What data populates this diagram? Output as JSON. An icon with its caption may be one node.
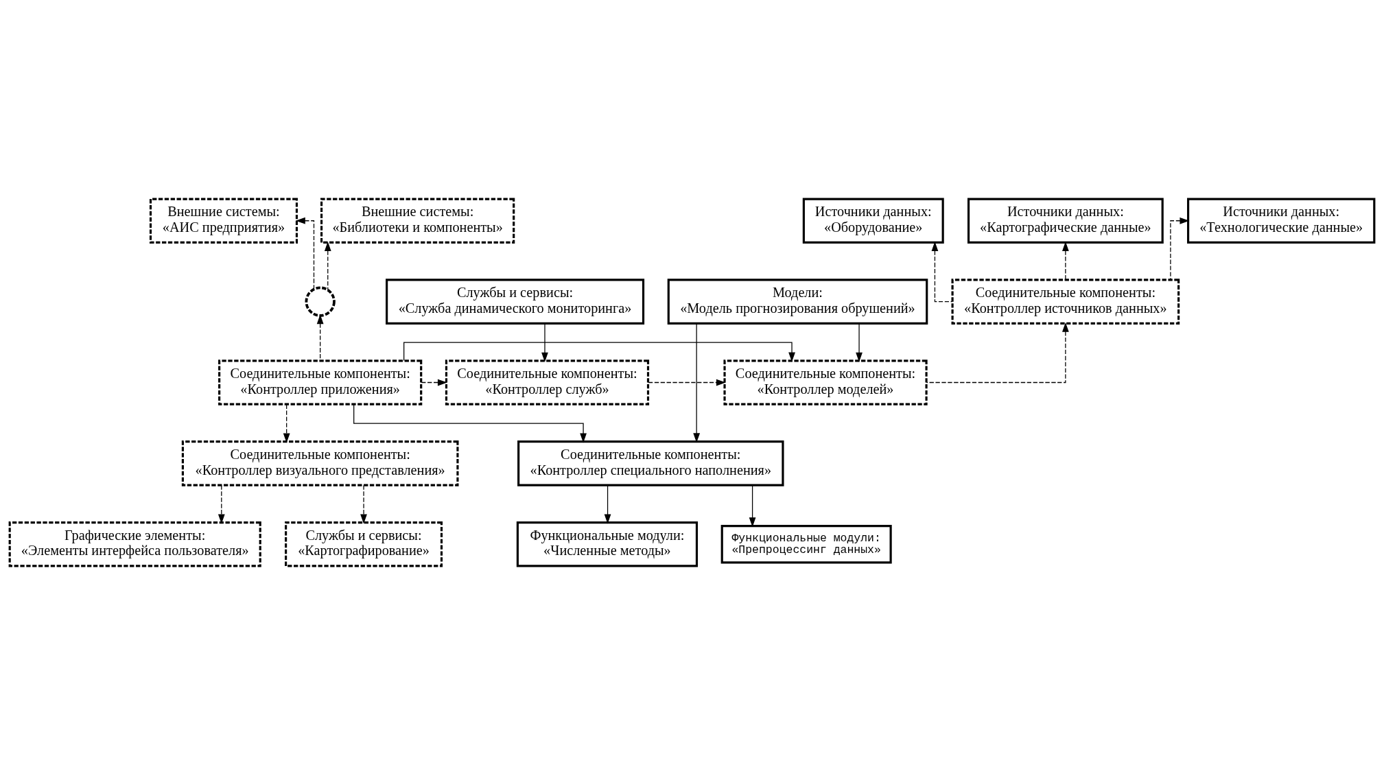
{
  "diagram": {
    "nodes": [
      {
        "text": [
          "Источники данных: «Картографические данные»"
        ]
      },
      {
        "text": [
          "Источники данных: «Технологические данные»"
        ]
      },
      {
        "text": [
          "Источники данных: «Оборудование»"
        ]
      },
      {
        "text": [
          "Внешние системы: «АИС предприятия»"
        ]
      },
      {
        "text": [
          "Внешние системы: «Библиотеки и компоненты»"
        ]
      },
      {
        "text": [],
        "shape": "circle"
      },
      {
        "text": [
          "Службы и сервисы: «Служба динамического мониторинга»"
        ]
      },
      {
        "text": [
          "Соединительные компоненты: «Контроллер источников данных»"
        ]
      },
      {
        "text": [
          "Соединительные компоненты: «Контроллер приложения»"
        ]
      },
      {
        "text": [
          "Соединительные компоненты: «Контроллер служб»"
        ]
      },
      {
        "text": [
          "Соединительные компоненты: «Контроллер моделей»"
        ]
      },
      {
        "text": [
          "Соединительные компоненты: «Контроллер специального наполнения»"
        ]
      },
      {
        "text": [
          "Модели: «Модель прогнозирования обрушений»"
        ]
      },
      {
        "text": [
          "Соединительные компоненты: «Контроллер визуального представления»"
        ]
      },
      {
        "text": [
          "Графические элементы: «Элементы интерфейса пользователя»"
        ]
      },
      {
        "text": [
          "Функциональные модули: «Численные методы»"
        ]
      },
      {
        "text": [
          "Службы и сервисы: «Картографирование»"
        ]
      },
      {
        "text": [
          "Функциональные модули: «Препроцессинг данных»"
        ]
      }
    ],
    "edges": [
      {
        "from": 7,
        "to": 0,
        "arrow": "to",
        "style": "dashed"
      },
      {
        "from": 7,
        "to": 1,
        "arrow": "to",
        "style": "dashed"
      },
      {
        "from": 7,
        "to": 2,
        "arrow": "to",
        "style": "dashed"
      },
      {
        "from": 8,
        "to": 5,
        "arrow": "to",
        "style": "dashed"
      },
      {
        "from": 5,
        "to": 3,
        "arrow": "to",
        "style": "dashed"
      },
      {
        "from": 5,
        "to": 4,
        "arrow": "to",
        "style": "dashed"
      },
      {
        "from": 6,
        "to": 9,
        "arrow": "to"
      },
      {
        "from": 8,
        "to": 9,
        "arrow": "to",
        "style": "dashed"
      },
      {
        "from": 9,
        "to": 10,
        "arrow": "to",
        "style": "dashed"
      },
      {
        "from": 10,
        "to": 7,
        "arrow": "to",
        "style": "dashed"
      },
      {
        "from": 8,
        "to": 11,
        "arrow": "to"
      },
      {
        "from": 8,
        "to": 10,
        "arrow": "to"
      },
      {
        "from": 12,
        "to": 10,
        "arrow": "to"
      },
      {
        "from": 12,
        "to": 11,
        "arrow": "to"
      },
      {
        "from": 8,
        "to": 13,
        "arrow": "to",
        "style": "dashed"
      },
      {
        "from": 13,
        "to": 14,
        "arrow": "to",
        "style": "dashed"
      },
      {
        "from": 13,
        "to": 16,
        "arrow": "to",
        "style": "dashed"
      },
      {
        "from": 11,
        "to": 15,
        "arrow": "to"
      },
      {
        "from": 11,
        "to": 17,
        "arrow": "to"
      }
    ]
  }
}
